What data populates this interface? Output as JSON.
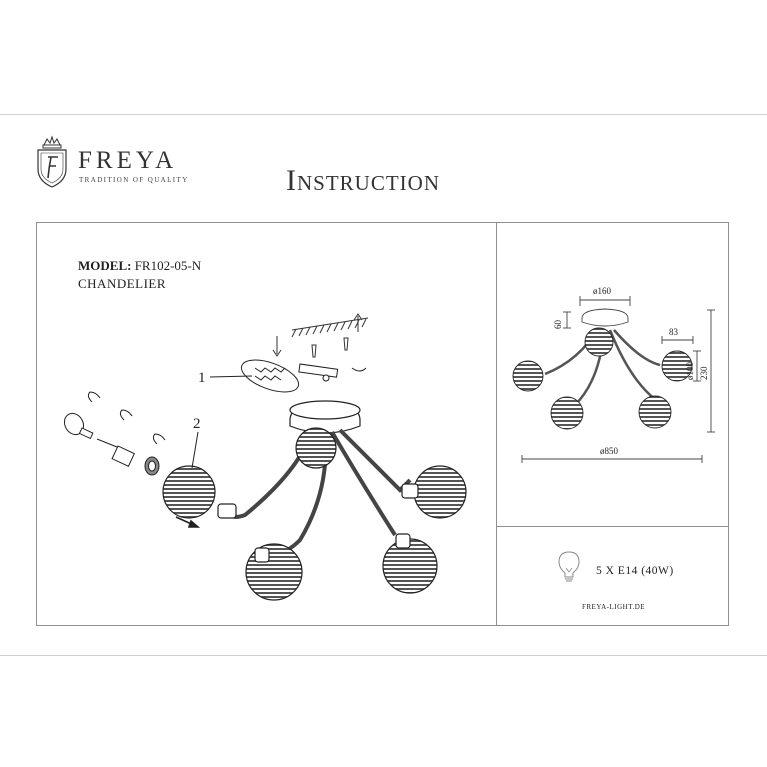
{
  "brand": {
    "name": "FREYA",
    "tagline": "TRADITION OF QUALITY",
    "logo_icon": "crowned-shield-icon"
  },
  "document": {
    "title": "Instruction"
  },
  "product": {
    "model_label": "MODEL:",
    "model_value": "FR102-05-N",
    "type": "CHANDELIER"
  },
  "callouts": {
    "step_1": "1",
    "step_2": "2"
  },
  "dimensions": {
    "canopy_diameter": "ø160",
    "canopy_height": "60",
    "shade_offset": "83",
    "shade_diameter": "ø100",
    "total_height": "230",
    "total_diameter": "ø850"
  },
  "specs": {
    "bulb_icon": "light-bulb-icon",
    "lamps": "5 X E14 (40W)",
    "website": "FREYA-LIGHT.DE"
  }
}
